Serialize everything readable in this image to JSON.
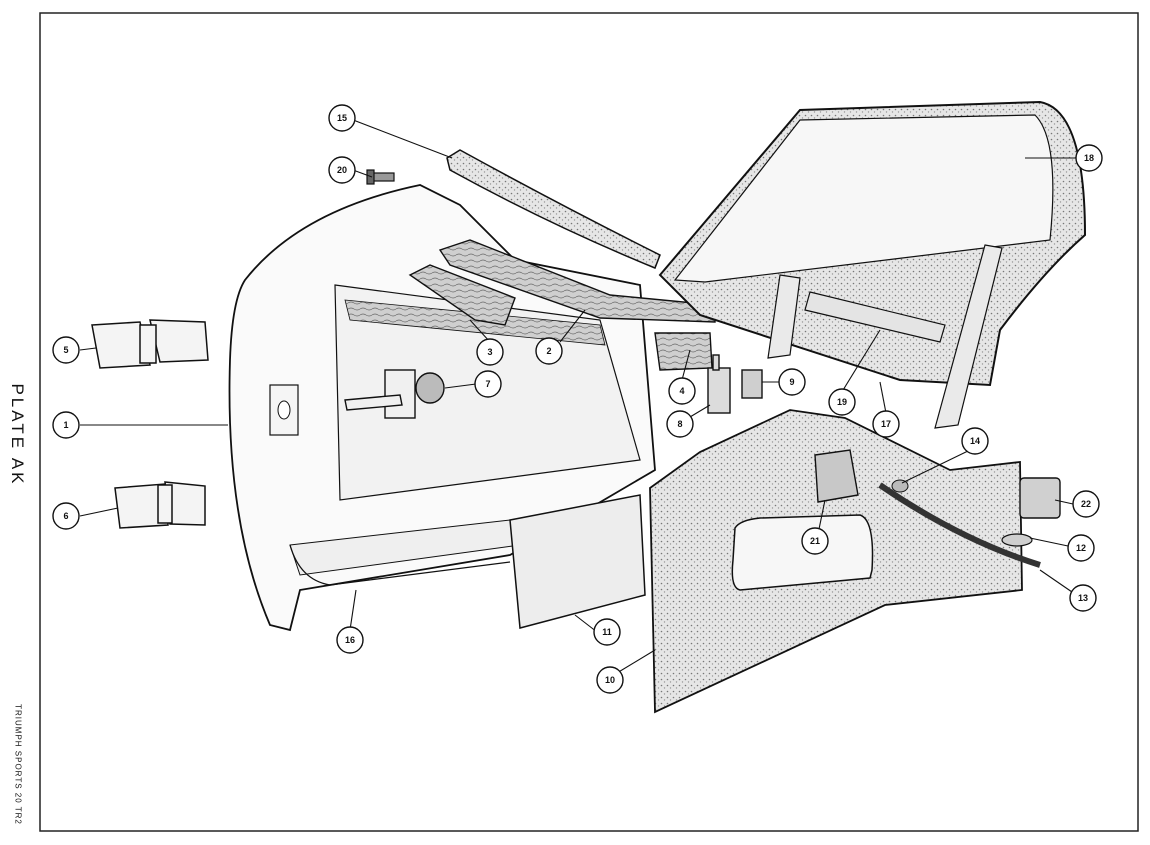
{
  "plate": {
    "title": "PLATE AK",
    "credit": "TRIUMPH SPORTS 20 TR2"
  },
  "callouts": [
    "1",
    "2",
    "3",
    "4",
    "5",
    "6",
    "7",
    "8",
    "9",
    "10",
    "11",
    "12",
    "13",
    "14",
    "15",
    "16",
    "17",
    "18",
    "19",
    "20",
    "21",
    "22"
  ],
  "colors": {
    "ink": "#111111",
    "paper": "#ffffff",
    "stipple": "#d9d9d9",
    "wood": "#bdbdbd"
  }
}
